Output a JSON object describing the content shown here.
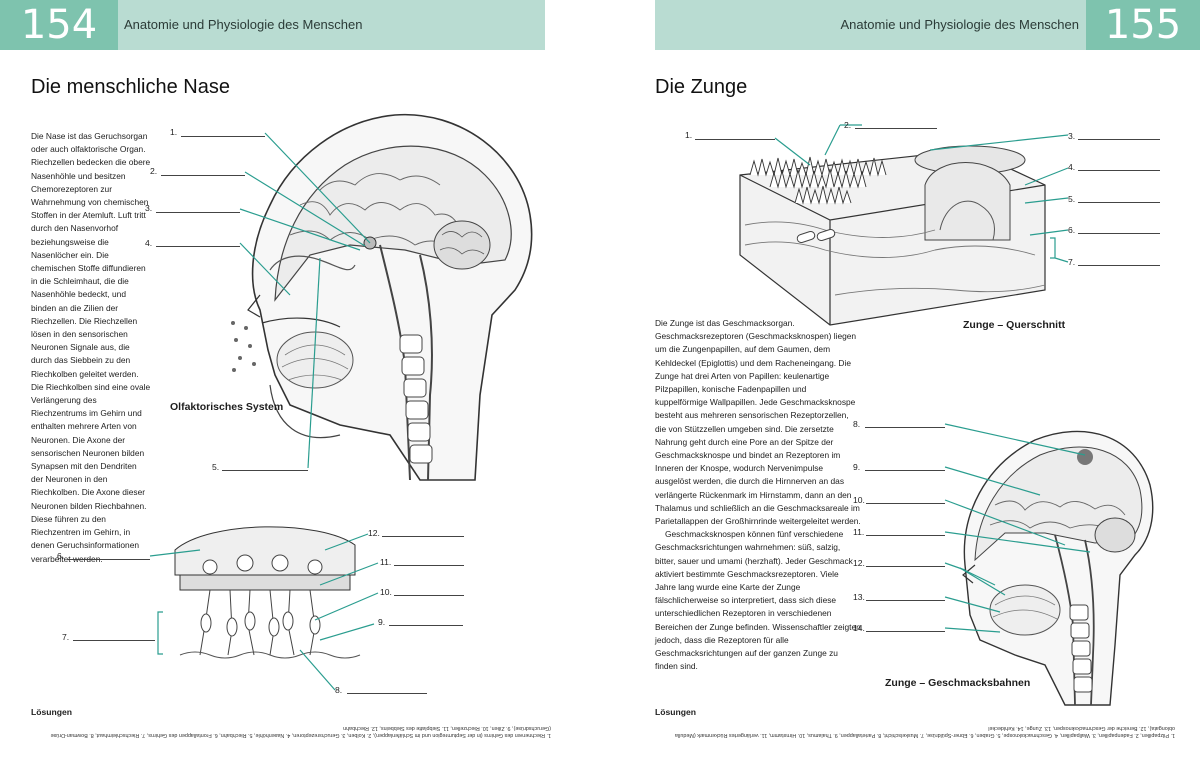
{
  "left_page": {
    "page_number": "154",
    "running_title": "Anatomie und Physiologie des Menschen",
    "title": "Die menschliche Nase",
    "body_text": "Die Nase ist das Geruchsorgan oder auch olfaktorische Organ. Riechzellen bedecken die obere Nasenhöhle und besitzen Chemorezeptoren zur Wahrnehmung von chemischen Stoffen in der Atemluft. Luft tritt durch den Nasenvorhof beziehungsweise die Nasenlöcher ein. Die chemischen Stoffe diffundieren in die Schleimhaut, die die Nasenhöhle bedeckt, und binden an die Zilien der Riechzellen. Die Riechzellen lösen in den sensorischen Neuronen Signale aus, die durch das Siebbein zu den Riechkolben geleitet werden. Die Riechkolben sind eine ovale Verlängerung des Riechzentrums im Gehirn und enthalten mehrere Arten von Neuronen. Die Axone der sensorischen Neuronen bilden Synapsen mit den Dendriten der Neuronen in den Riechkolben. Die Axone dieser Neuronen bilden Riechbahnen. Diese führen zu den Riechzentren im Gehirn, in denen Geruchsinformationen verarbeitet werden.",
    "caption": "Olfaktorisches System",
    "labels": [
      "1.",
      "2.",
      "3.",
      "4.",
      "5.",
      "6.",
      "7.",
      "8.",
      "9.",
      "10.",
      "11.",
      "12."
    ],
    "solutions_heading": "Lösungen",
    "solutions_text": "1. Riechnerven des Gehirns (in der Septumregion und im Schläfenlappen), 2. Kolben, 3. Geruchsrezeptoren, 4. Nasenhöhle, 5. Riechbahn, 6. Frontallappen des Gehirns, 7. Riechschleimhaut, 8. Bowman-Drüse (Geruchsdrüse), 9. Zilien, 10. Riechzellen, 11. Siebplatte des Siebbeins, 12. Riechbahn"
  },
  "right_page": {
    "page_number": "155",
    "running_title": "Anatomie und Physiologie des Menschen",
    "title": "Die Zunge",
    "body_paragraph_1": "Die Zunge ist das Geschmacksorgan. Geschmacksrezeptoren (Geschmacksknospen) liegen um die Zungenpapillen, auf dem Gaumen, dem Kehldeckel (Epiglottis) und dem Racheneingang. Die Zunge hat drei Arten von Papillen: keulenartige Pilzpapillen, konische Fadenpapillen und kuppelförmige Wallpapillen. Jede Geschmacksknospe besteht aus mehreren sensorischen Rezeptorzellen, die von Stützzellen umgeben sind. Die zersetzte Nahrung geht durch eine Pore an der Spitze der Geschmacksknospe und bindet an Rezeptoren im Inneren der Knospe, wodurch Nervenimpulse ausgelöst werden, die durch die Hirnnerven an das verlängerte Rückenmark im Hirnstamm, dann an den Thalamus und schließlich an die Geschmacksareale im Parietallappen der Großhirnrinde weitergeleitet werden.",
    "body_paragraph_2": "Geschmacksknospen können fünf verschiedene Geschmacksrichtungen wahrnehmen: süß, salzig, bitter, sauer und umami (herzhaft). Jeder Geschmack aktiviert bestimmte Geschmacksrezeptoren. Viele Jahre lang wurde eine Karte der Zunge fälschlicherweise so interpretiert, dass sich diese unterschiedlichen Rezeptoren in verschiedenen Bereichen der Zunge befinden. Wissenschaftler zeigten jedoch, dass die Rezeptoren für alle Geschmacksrichtungen auf der ganzen Zunge zu finden sind.",
    "caption_cross_section": "Zunge – Querschnitt",
    "caption_pathways": "Zunge – Geschmacksbahnen",
    "labels": [
      "1.",
      "2.",
      "3.",
      "4.",
      "5.",
      "6.",
      "7.",
      "8.",
      "9.",
      "10.",
      "11.",
      "12.",
      "13.",
      "14."
    ],
    "solutions_heading": "Lösungen",
    "solutions_text": "1. Pilzpapillen, 2. Fadenpapillen, 3. Wallpapillen, 4. Geschmacksknospe, 5. Graben, 6. Ebner-Spüldrüse, 7. Muskelschicht, 8. Parietallappen, 9. Thalamus, 10. Hirnstamm, 11. verlängertes Rückenmark (Medulla oblongata), 12. Bereiche der Geschmacksknospen, 13. Zunge, 14. Kehldeckel"
  },
  "colors": {
    "header_light": "#b9dcd2",
    "header_dark": "#7ec3ae",
    "leader_line": "#2a9d8f"
  }
}
